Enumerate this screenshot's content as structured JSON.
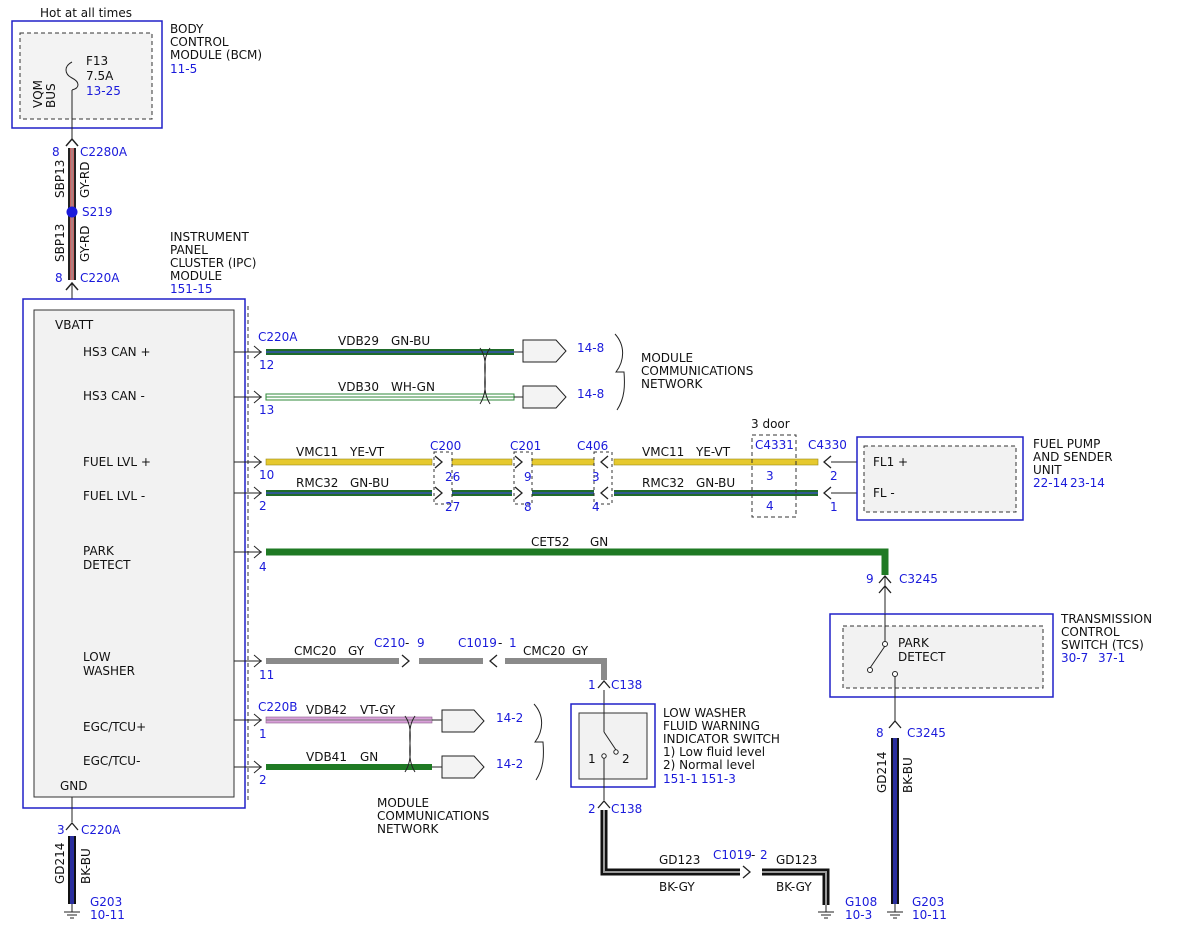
{
  "top": {
    "hot_label": "Hot at all times"
  },
  "bcm": {
    "name_lines": [
      "BODY",
      "CONTROL",
      "MODULE (BCM)"
    ],
    "ref": "11-5",
    "fuse_name": "F13",
    "fuse_rating": "7.5A",
    "fuse_ref": "13-25",
    "bus_lines": [
      "VQM",
      "BUS"
    ]
  },
  "upper_wire": {
    "pin_top": "8",
    "conn_top": "C2280A",
    "circuit": "SBP13",
    "color": "GY-RD",
    "splice": "S219",
    "pin_bottom": "8",
    "conn_bottom": "C220A"
  },
  "ipc": {
    "name_lines": [
      "INSTRUMENT",
      "PANEL",
      "CLUSTER (IPC)",
      "MODULE"
    ],
    "ref": "151-15",
    "pins": {
      "vbatt": "VBATT",
      "hs3p": "HS3 CAN +",
      "hs3m": "HS3 CAN -",
      "fuelp": "FUEL LVL +",
      "fuelm": "FUEL LVL -",
      "park": [
        "PARK",
        "DETECT"
      ],
      "low": [
        "LOW",
        "WASHER"
      ],
      "egcp": "EGC/TCU+",
      "egcm": "EGC/TCU-",
      "gnd": "GND"
    }
  },
  "can": {
    "connector": "C220A",
    "pin1": "12",
    "pin2": "13",
    "w1_circuit": "VDB29",
    "w1_color": "GN-BU",
    "w2_circuit": "VDB30",
    "w2_color": "WH-GN",
    "ref1": "14-8",
    "ref2": "14-8",
    "network_lines": [
      "MODULE",
      "COMMUNICATIONS",
      "NETWORK"
    ]
  },
  "fuel": {
    "pin_plus": "10",
    "pin_minus": "2",
    "plus_circuit": "VMC11",
    "plus_color": "YE-VT",
    "minus_circuit": "RMC32",
    "minus_color": "GN-BU",
    "c200": "C200",
    "c200_plus": "26",
    "c200_minus": "27",
    "c201": "C201",
    "c201_plus": "9",
    "c201_minus": "8",
    "c406": "C406",
    "c406_plus": "3",
    "c406_minus": "4",
    "plus_circuit2": "VMC11",
    "plus_color2": "YE-VT",
    "minus_circuit2": "RMC32",
    "minus_color2": "GN-BU",
    "door_note": "3 door",
    "c4331": "C4331",
    "c4331_plus": "3",
    "c4331_minus": "4",
    "c4330": "C4330",
    "c4330_plus": "2",
    "c4330_minus": "1",
    "unit_pin_plus": "FL1 +",
    "unit_pin_minus": "FL -",
    "unit_name_lines": [
      "FUEL PUMP",
      "AND SENDER",
      "UNIT"
    ],
    "unit_ref1": "22-14",
    "unit_ref2": "23-14"
  },
  "park": {
    "pin": "4",
    "circuit": "CET52",
    "color": "GN",
    "tcs_pin": "9",
    "tcs_conn": "C3245",
    "tcs_label_lines": [
      "PARK",
      "DETECT"
    ],
    "tcs_name_lines": [
      "TRANSMISSION",
      "CONTROL",
      "SWITCH (TCS)"
    ],
    "tcs_ref1": "30-7",
    "tcs_ref2": "37-1",
    "tcs_gnd_pin": "8",
    "tcs_gnd_conn": "C3245",
    "gnd_circuit": "GD214",
    "gnd_color": "BK-BU",
    "ground": "G203",
    "ground_ref": "10-11"
  },
  "washer": {
    "pin": "11",
    "circuit": "CMC20",
    "color": "GY",
    "c210": "C210",
    "c210_pin": "9",
    "c1019": "C1019",
    "c1019_pin": "1",
    "circuit2": "CMC20",
    "color2": "GY",
    "sw_pin_top": "1",
    "sw_conn_top": "C138",
    "sw_pin_bottom": "2",
    "sw_conn_bottom": "C138",
    "sw_contact1": "1",
    "sw_contact2": "2",
    "sw_name_lines": [
      "LOW WASHER",
      "FLUID WARNING",
      "INDICATOR SWITCH",
      "1) Low fluid level",
      "2) Normal level"
    ],
    "sw_ref1": "151-1",
    "sw_ref2": "151-3",
    "gnd_circuit": "GD123",
    "gnd_color": "BK-GY",
    "c1019b": "C1019",
    "c1019b_pin": "2",
    "gnd_circuit2": "GD123",
    "gnd_color2": "BK-GY",
    "ground": "G108",
    "ground_ref": "10-3"
  },
  "egc": {
    "connector": "C220B",
    "pin1": "1",
    "pin2": "2",
    "w1_circuit": "VDB42",
    "w1_color": "VT-GY",
    "w2_circuit": "VDB41",
    "w2_color": "GN",
    "ref1": "14-2",
    "ref2": "14-2",
    "network_lines": [
      "MODULE",
      "COMMUNICATIONS",
      "NETWORK"
    ]
  },
  "ipc_ground": {
    "pin": "3",
    "connector": "C220A",
    "circuit": "GD214",
    "color": "BK-BU",
    "ground": "G203",
    "ground_ref": "10-11"
  }
}
